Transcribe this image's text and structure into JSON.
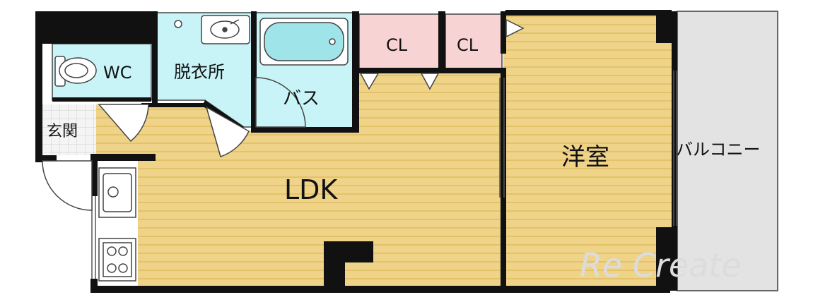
{
  "rooms": {
    "wc": "WC",
    "datsuijo": "脱衣所",
    "bath": "バス",
    "cl1": "CL",
    "cl2": "CL",
    "genkan": "玄関",
    "ldk": "LDK",
    "yoshitsu": "洋室",
    "balcony": "バルコニー"
  },
  "watermark": "Re Create",
  "colors": {
    "floor_wood": "#efd388",
    "floor_line": "#e3c26a",
    "wet_area": "#c8f4f8",
    "closet": "#f8d3d3",
    "balcony": "#e3e3e3",
    "wall": "#111111"
  },
  "icons": [
    "toilet-icon",
    "washbasin-icon",
    "bathtub-icon",
    "kitchen-sink-icon",
    "stove-icon"
  ]
}
